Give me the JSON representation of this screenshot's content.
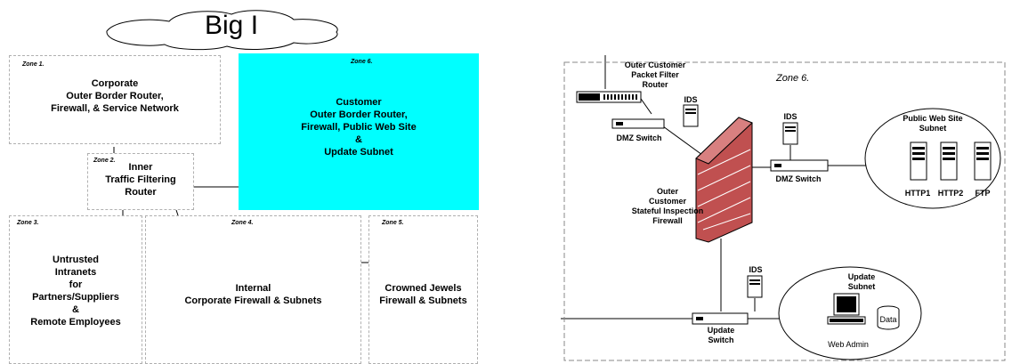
{
  "left_diagram": {
    "cloud_label": "Big I",
    "zones": [
      {
        "id": "zone1",
        "tag": "Zone 1.",
        "text": "Corporate\nOuter Border Router,\nFirewall, & Service Network"
      },
      {
        "id": "zone2",
        "tag": "Zone 2.",
        "text": "Inner\nTraffic Filtering\nRouter"
      },
      {
        "id": "zone6",
        "tag": "Zone 6.",
        "text": "Customer\nOuter Border Router,\nFirewall, Public Web Site\n&\nUpdate Subnet"
      },
      {
        "id": "zone3",
        "tag": "Zone 3.",
        "text": "Untrusted\nIntranets\nfor\nPartners/Suppliers\n&\nRemote Employees"
      },
      {
        "id": "zone4",
        "tag": "Zone 4.",
        "text": "Internal\nCorporate Firewall & Subnets"
      },
      {
        "id": "zone5",
        "tag": "Zone 5.",
        "text": "Crowned Jewels\nFirewall & Subnets"
      }
    ]
  },
  "right_diagram": {
    "zone_tag": "Zone 6.",
    "labels": {
      "outer_router": "Outer Customer\nPacket Filter\nRouter",
      "ids_top": "IDS",
      "dmz_switch_left": "DMZ Switch",
      "ids_mid": "IDS",
      "dmz_switch_right": "DMZ Switch",
      "public_web_subnet": "Public Web Site\nSubnet",
      "http1": "HTTP1",
      "http2": "HTTP2",
      "ftp": "FTP",
      "firewall": "Outer\nCustomer\nStateful Inspection\nFirewall",
      "ids_bottom": "IDS",
      "update_switch": "Update\nSwitch",
      "update_subnet": "Update\nSubnet",
      "data": "Data",
      "web_admin": "Web Admin"
    }
  },
  "colors": {
    "zone6_fill": "#00ffff",
    "brick": "#c05050",
    "dashed_border": "#b0b0b0"
  }
}
